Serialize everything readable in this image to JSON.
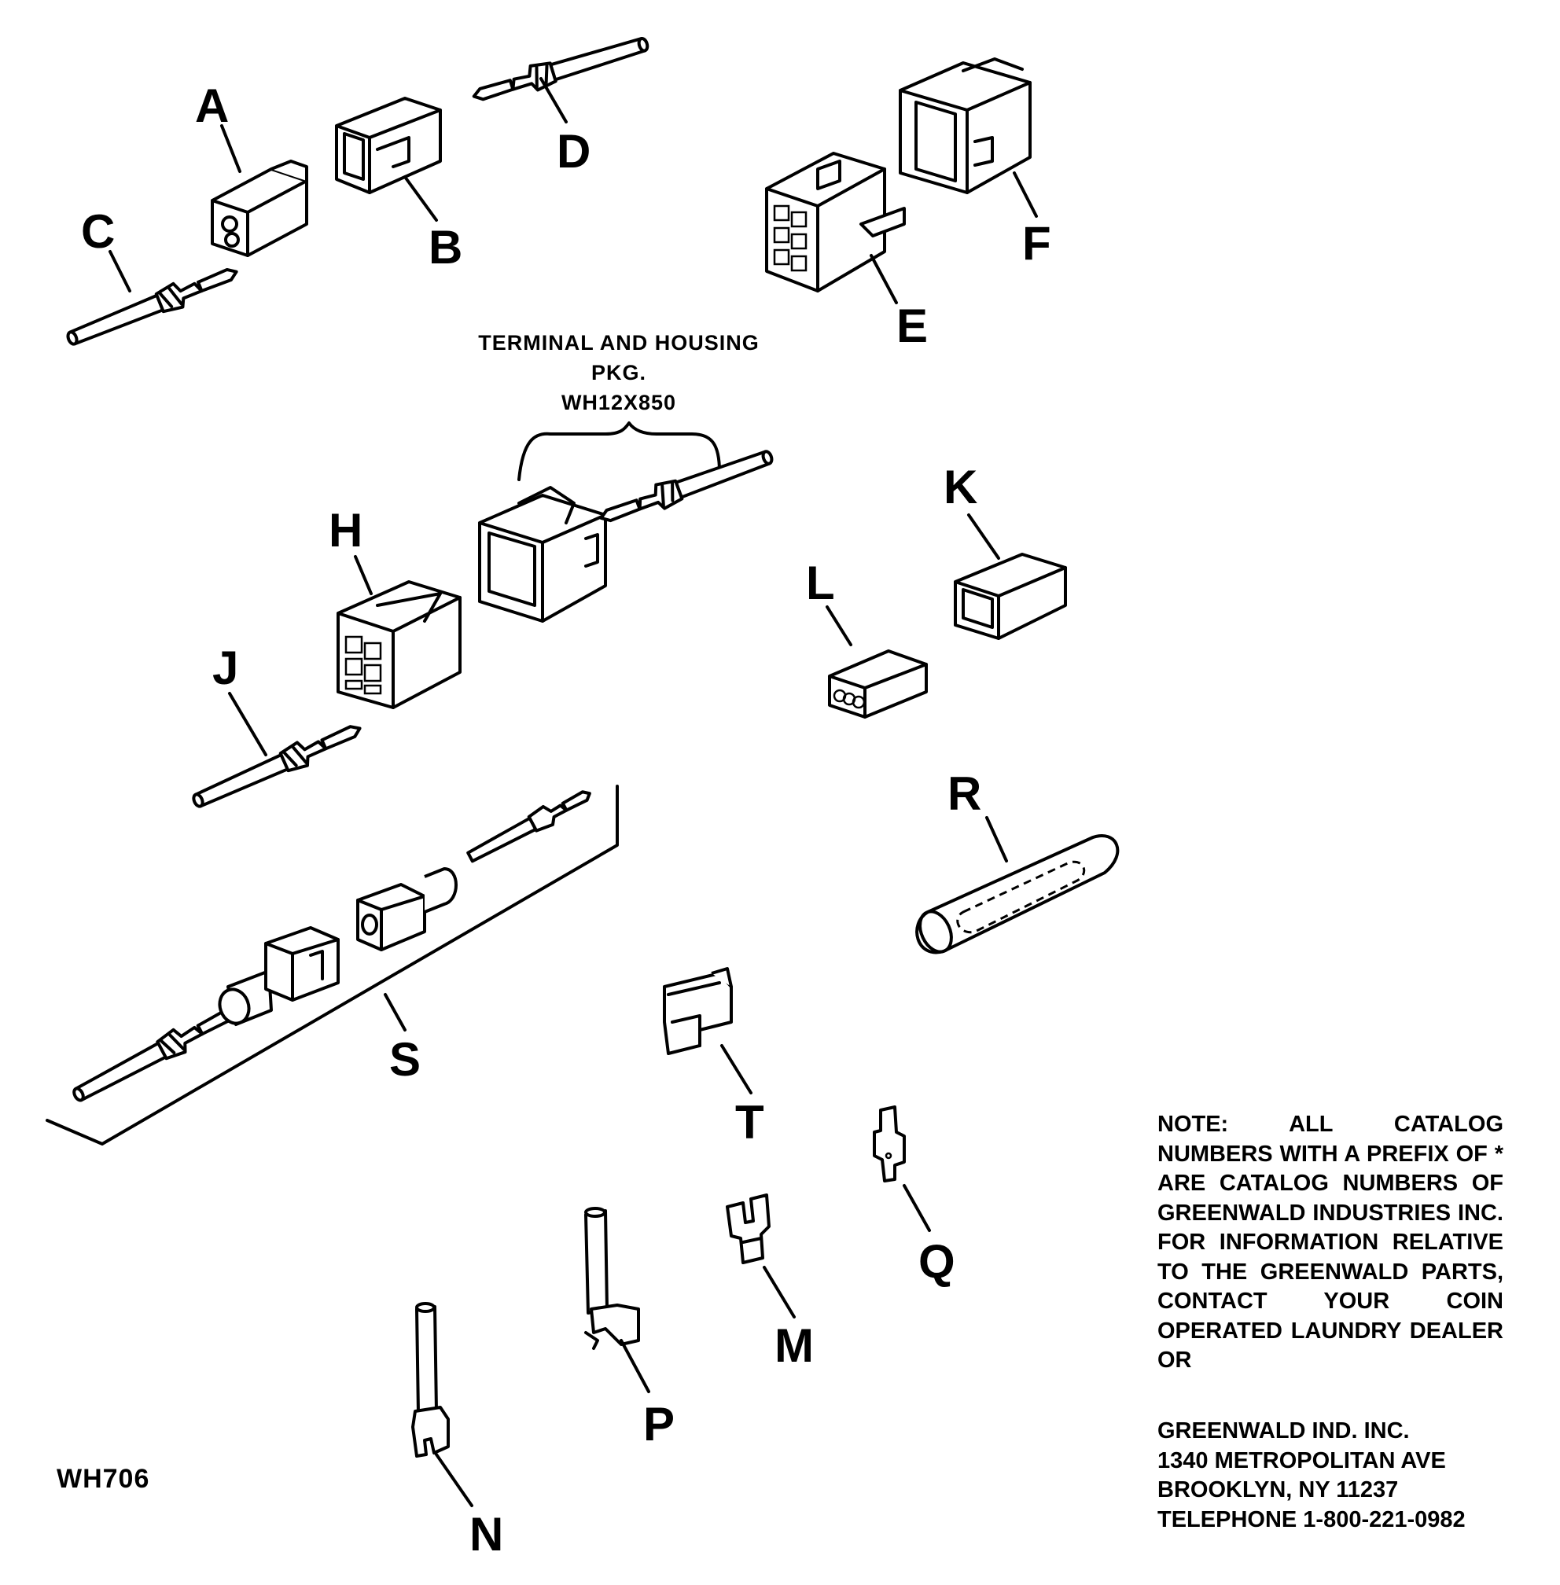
{
  "labels": {
    "A": "A",
    "B": "B",
    "C": "C",
    "D": "D",
    "E": "E",
    "F": "F",
    "H": "H",
    "J": "J",
    "K": "K",
    "L": "L",
    "R": "R",
    "S": "S",
    "T": "T",
    "Q": "Q",
    "M": "M",
    "P": "P",
    "N": "N"
  },
  "package_caption": {
    "line1": "TERMINAL AND HOUSING",
    "line2": "PKG.",
    "line3": "WH12X850"
  },
  "figure_code": "WH706",
  "note": {
    "text": "NOTE: ALL CATALOG NUMBERS WITH A PREFIX OF * ARE CATALOG NUMBERS OF GREENWALD INDUSTRIES INC. FOR INFORMATION RELATIVE TO THE GREENWALD PARTS, CONTACT YOUR COIN OPERATED LAUNDRY DEALER OR",
    "address": {
      "name": "GREENWALD IND. INC.",
      "street": "1340 METROPOLITAN AVE",
      "city": "BROOKLYN, NY 11237",
      "telephone": "TELEPHONE 1-800-221-0982"
    }
  }
}
